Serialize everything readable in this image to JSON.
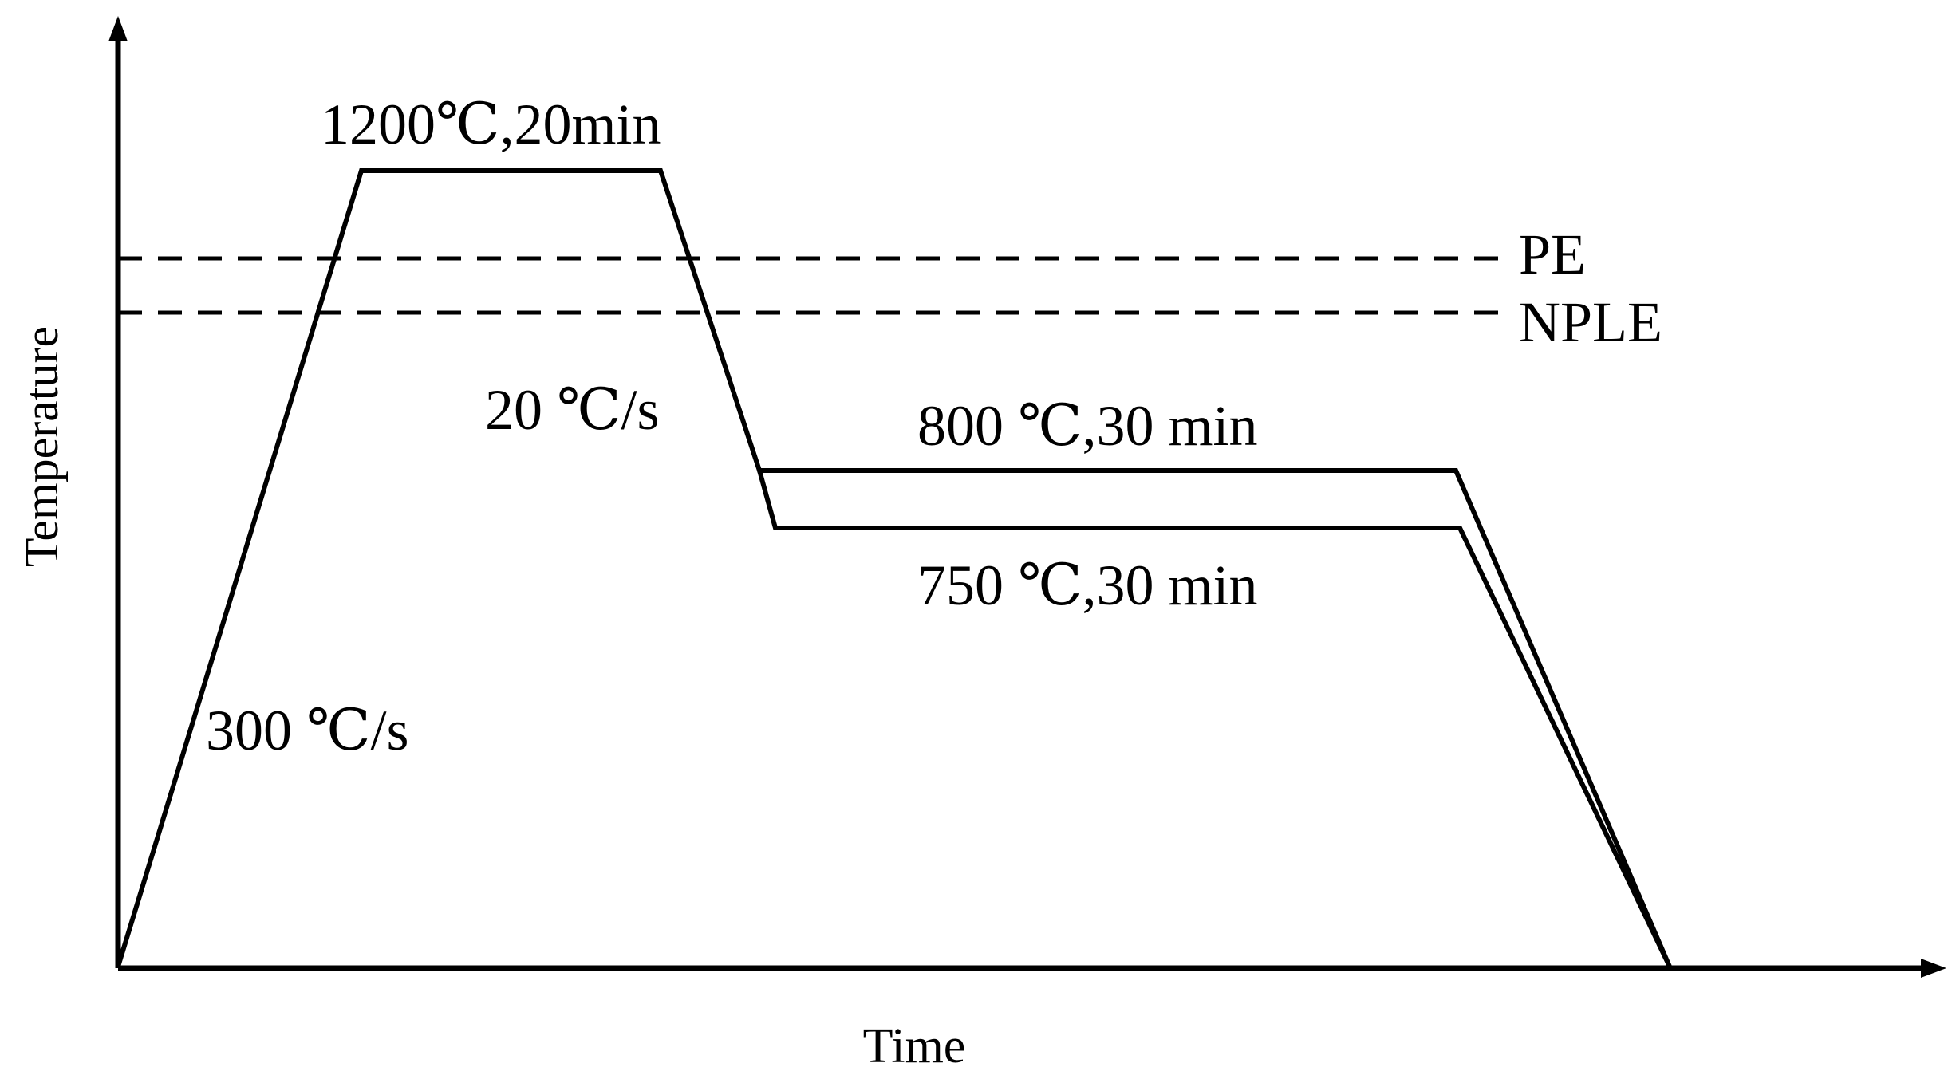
{
  "axes": {
    "x_label": "Time",
    "y_label": "Temperature"
  },
  "reference_lines": [
    {
      "label": "PE"
    },
    {
      "label": "NPLE"
    }
  ],
  "annotations": {
    "solution_treatment": "1200℃,20min",
    "heating_rate": "300 ℃/s",
    "cooling_rate": "20 ℃/s",
    "aging_upper": "800 ℃,30 min",
    "aging_lower": "750 ℃,30 min"
  },
  "colors": {
    "line": "#000000",
    "background": "#ffffff"
  }
}
